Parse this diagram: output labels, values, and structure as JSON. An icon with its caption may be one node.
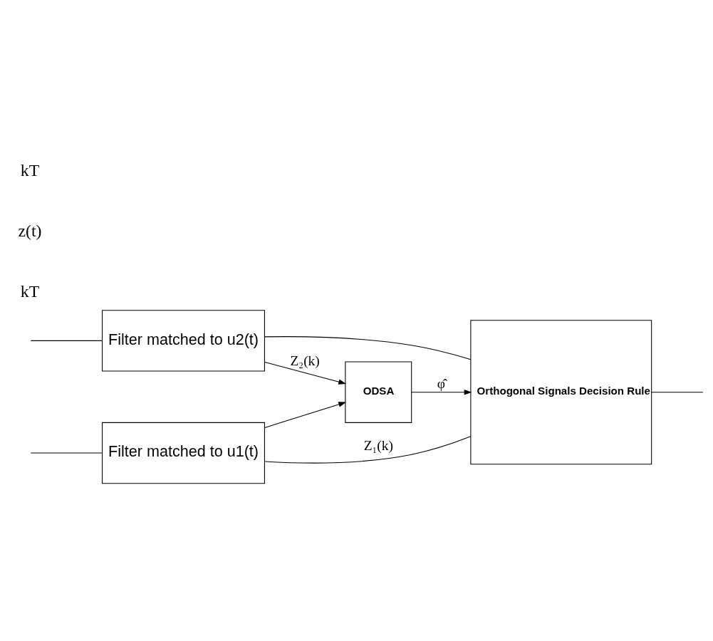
{
  "diagram": {
    "nodes": [
      {
        "text": [
          "Filter matched to u1(t)"
        ]
      },
      {
        "text": [
          "Filter matched to u2(t)"
        ]
      },
      {
        "text": [
          "Orthogonal Signals Decision Rule"
        ]
      },
      {
        "text": [
          "ODSA"
        ]
      }
    ],
    "edges": [
      {
        "from": null,
        "to": 0,
        "arrow": "none"
      },
      {
        "from": null,
        "to": 1,
        "arrow": "none"
      },
      {
        "from": 0,
        "to": 2,
        "arrow": "none",
        "label": "Z₁(k)"
      },
      {
        "from": 1,
        "to": 2,
        "arrow": "none"
      },
      {
        "from": 1,
        "to": 3,
        "arrow": "to",
        "label": "Z₂(k)"
      },
      {
        "from": 0,
        "to": 3,
        "arrow": "to"
      },
      {
        "from": 3,
        "to": 2,
        "arrow": "to",
        "label": "φ̂"
      },
      {
        "from": 2,
        "to": null,
        "arrow": "none"
      }
    ],
    "labels": [
      "kT",
      "z(t)",
      "kT"
    ]
  }
}
